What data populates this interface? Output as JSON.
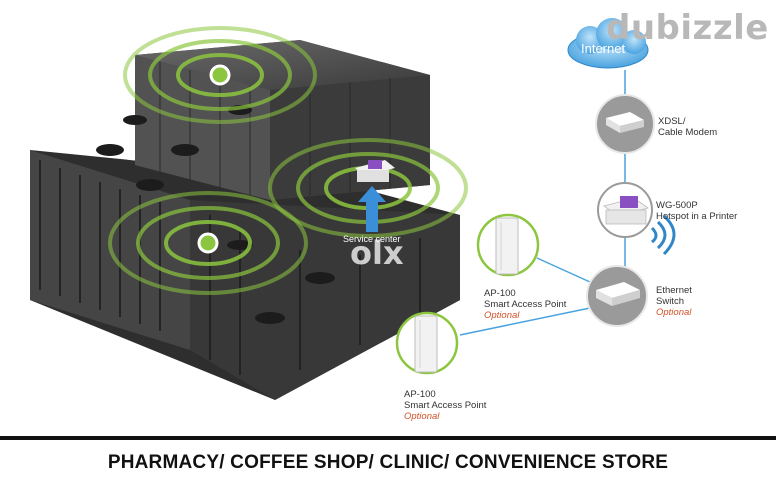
{
  "brand": {
    "watermark": "dubizzle",
    "overlay_text": "Service center",
    "overlay_logo": "olx"
  },
  "cloud": {
    "label": "Internet"
  },
  "devices": {
    "modem": {
      "line1": "XDSL/",
      "line2": "Cable Modem"
    },
    "printer": {
      "line1": "WG-500P",
      "line2": "Hotspot in a Printer"
    },
    "switch": {
      "line1": "Ethernet",
      "line2": "Switch",
      "optional": "Optional"
    },
    "ap_top": {
      "line1": "AP-100",
      "line2": "Smart Access Point",
      "optional": "Optional"
    },
    "ap_bottom": {
      "line1": "AP-100",
      "line2": "Smart Access Point",
      "optional": "Optional"
    }
  },
  "footer": {
    "title": "PHARMACY/ COFFEE SHOP/ CLINIC/ CONVENIENCE STORE"
  },
  "colors": {
    "accent_green": "#8cc63f",
    "optional_orange": "#d2542a",
    "cloud_blue": "#4aa3df",
    "building": "#3d3d3d"
  }
}
